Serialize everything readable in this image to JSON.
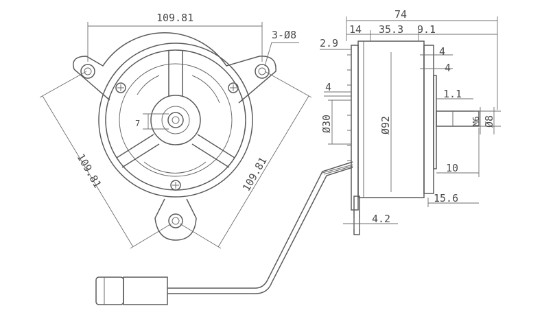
{
  "front_view": {
    "flange_span_top": "109.81",
    "flange_span_left": "109.81",
    "flange_span_right": "109.81",
    "mount_holes": "3-Ø8",
    "inner_label": "7"
  },
  "side_view": {
    "overall_length": "74",
    "len_rear": "14",
    "len_body": "35.3",
    "len_front": "9.1",
    "flange_thickness": "2.9",
    "step_a": "4",
    "step_b": "4",
    "step_c": "4",
    "pilot_step": "1.1",
    "hub_diameter": "Ø30",
    "body_diameter": "Ø92",
    "shaft_thread": "M6",
    "shaft_diameter": "Ø8",
    "shaft_length": "10",
    "shaft_total": "15.6",
    "lead_offset": "4.2"
  }
}
